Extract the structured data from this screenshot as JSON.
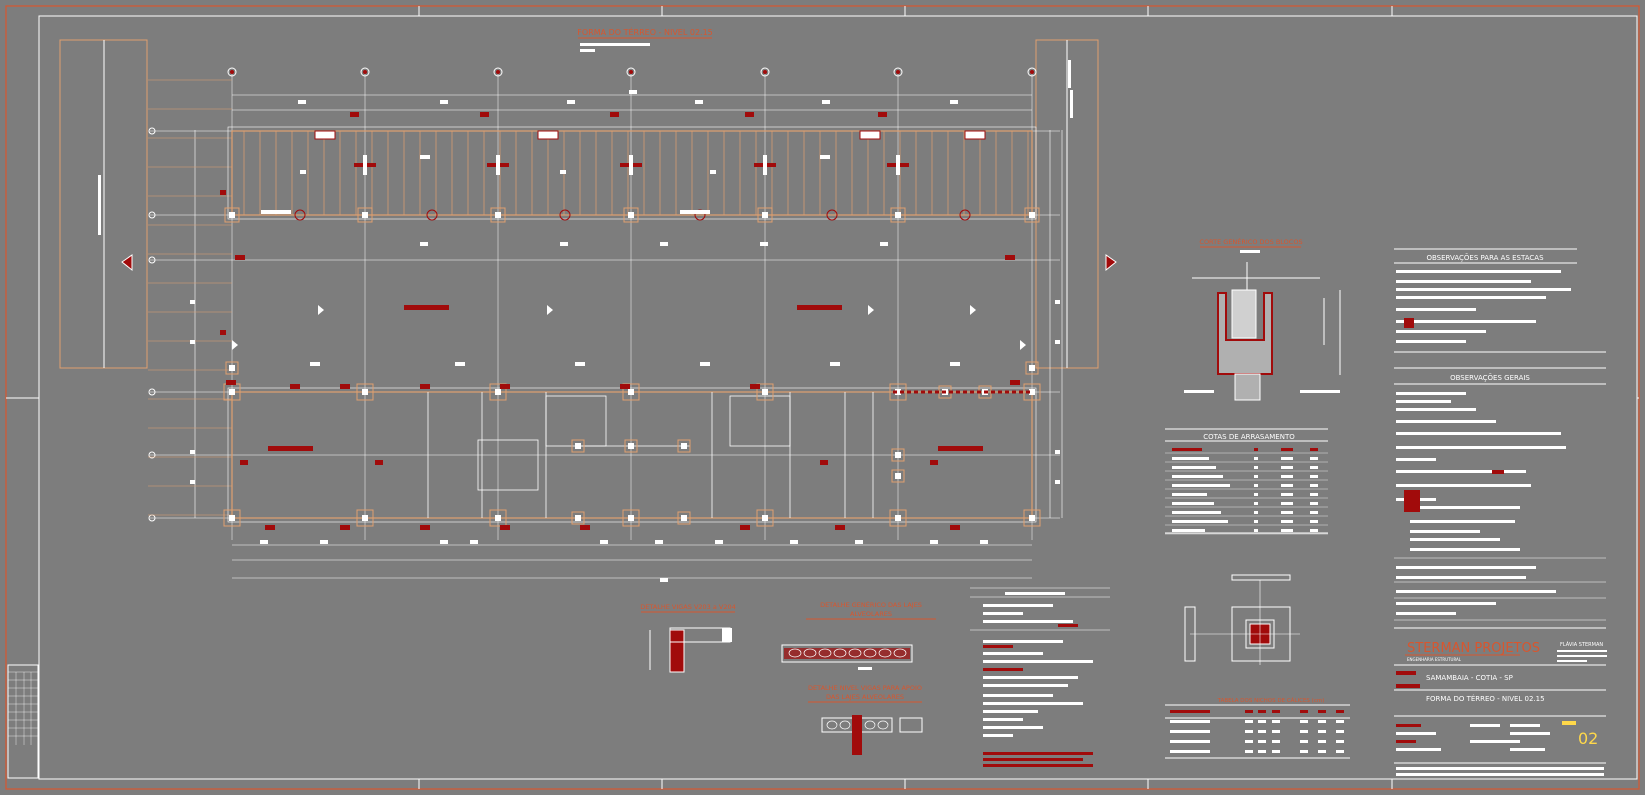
{
  "colors": {
    "background": "#7d7d7d",
    "border": "#d8562e",
    "line": "#ffffff",
    "red": "#a10b0b",
    "orange": "#e0a070",
    "yellow": "#ffd84a"
  },
  "drawing": {
    "plan_title": "FORMA DO TÉRREO - NIVEL 02.15"
  },
  "details": {
    "beams_title": "DETALHE VIGAS V203 a V204",
    "slabs_title_1": "DETALHE GENÉRICO DAS LAJES",
    "slabs_title_2": "ALVEOLARES",
    "level_title_1": "DETALHE NIVEL VIGAS PARA APOIO",
    "level_title_2": "DAS LAJES ALVEOLARES"
  },
  "sections": {
    "blocks_section_title": "CORTE GENÉRICO DOS BLOCOS",
    "cotas_title": "COTAS DE ARRASAMENTO",
    "niches_table_title": "TABELA DOS NICHOS DE CÁLICES (cm)"
  },
  "notes": {
    "piles_title": "OBSERVAÇÕES PARA AS ESTACAS",
    "general_title": "OBSERVAÇÕES GERAIS"
  },
  "title_block": {
    "company": "STERMAN PROJETOS",
    "company_sub": "ENGENHARIA ESTRUTURAL",
    "author": "FLÁVIA STERMAN",
    "location": "SAMAMBAIA - COTIA - SP",
    "sheet_name": "FORMA DO TÉRREO - NIVEL 02.15",
    "sheet_number": "02"
  }
}
